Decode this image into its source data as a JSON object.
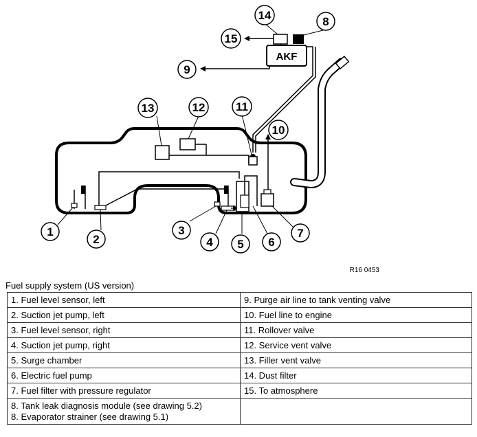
{
  "diagram": {
    "callouts": [
      "1",
      "2",
      "3",
      "4",
      "5",
      "6",
      "7",
      "8",
      "9",
      "10",
      "11",
      "12",
      "13",
      "14",
      "15"
    ],
    "module_label": "AKF",
    "reference_code": "R16 0453"
  },
  "caption": "Fuel supply system (US version)",
  "legend": {
    "rows": [
      [
        "1. Fuel level sensor, left",
        "9. Purge air line to tank venting valve"
      ],
      [
        "2. Suction jet pump, left",
        "10. Fuel line to engine"
      ],
      [
        "3. Fuel level sensor, right",
        "11. Rollover valve"
      ],
      [
        "4. Suction jet pump, right",
        "12. Service vent valve"
      ],
      [
        "5. Surge chamber",
        "13. Filler vent valve"
      ],
      [
        "6. Electric fuel pump",
        "14. Dust filter"
      ],
      [
        "7. Fuel filter with pressure regulator",
        "15. To atmosphere"
      ]
    ],
    "last_row_left": [
      "8. Tank leak diagnosis module (see drawing 5.2)",
      "8. Evaporator strainer (see drawing 5.1)"
    ]
  }
}
